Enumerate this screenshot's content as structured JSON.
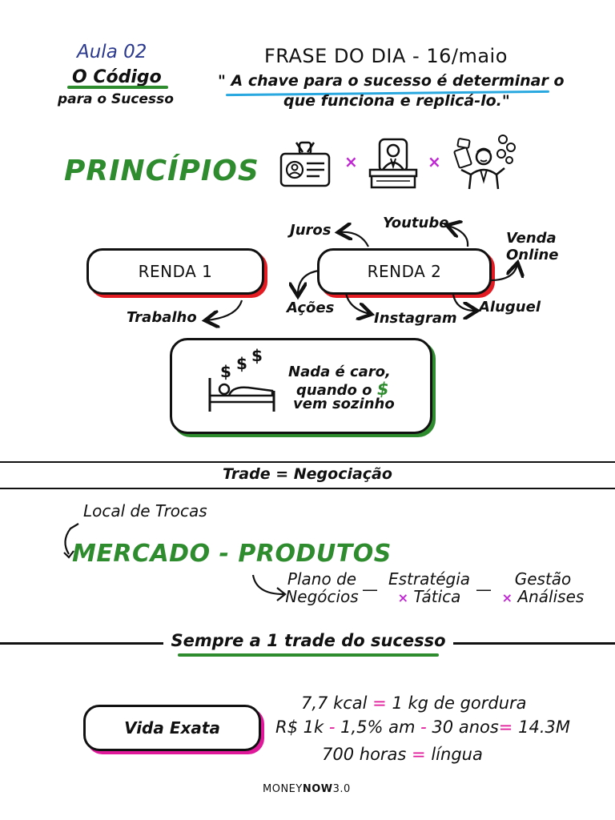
{
  "header": {
    "lesson": "Aula 02",
    "course_line1": "O Código",
    "course_line2": "para o Sucesso",
    "quote_title": "FRASE DO DIA - 16/maio",
    "quote_line1": "\" A chave para o sucesso é determinar o",
    "quote_line2": "que funciona e replicá-lo.\""
  },
  "principles": {
    "title": "PRINCÍPIOS",
    "icon_separator": "×",
    "icons": [
      "id-badge-icon",
      "desk-person-icon",
      "money-person-icon"
    ]
  },
  "incomes": {
    "renda1": "RENDA 1",
    "renda2": "RENDA 2",
    "trabalho": "Trabalho",
    "juros": "Juros",
    "youtube": "Youtube",
    "venda_online_1": "Venda",
    "venda_online_2": "Online",
    "acoes": "Ações",
    "instagram": "Instagram",
    "aluguel": "Aluguel"
  },
  "sleep_box": {
    "dollar": "$",
    "line1": "Nada é caro,",
    "line2_pre": "quando o",
    "line2_symbol": "$",
    "line3": "vem sozinho"
  },
  "trade": {
    "banner": "Trade = Negociação",
    "local": "Local de Trocas",
    "mercado": "MERCADO - PRODUTOS",
    "plano_1": "Plano de",
    "plano_2": "Negócios",
    "estrategia_1": "Estratégia",
    "estrategia_2": "Tática",
    "gestao_1": "Gestão",
    "gestao_2": "Análises",
    "dash": "—",
    "x": "×"
  },
  "sempre": {
    "title": "Sempre a 1 trade do sucesso"
  },
  "vida": {
    "label": "Vida Exata",
    "f1_a": "7,7 kcal",
    "f1_eq": "=",
    "f1_b": "1 kg de gordura",
    "f2_a": "R$ 1k",
    "f2_d1": "-",
    "f2_b": "1,5% am",
    "f2_d2": "-",
    "f2_c": "30 anos",
    "f2_eq": "=",
    "f2_d": "14.3M",
    "f3_a": "700 horas",
    "f3_eq": "=",
    "f3_b": "língua"
  },
  "footer": {
    "brand_a": "MONEY",
    "brand_b": "NOW",
    "brand_c": "3.0"
  },
  "colors": {
    "green": "#2e8b2e",
    "red": "#e31b23",
    "blue": "#2b3a8f",
    "cyan": "#29a8e0",
    "pink": "#e0199a",
    "purple": "#c026d3"
  }
}
